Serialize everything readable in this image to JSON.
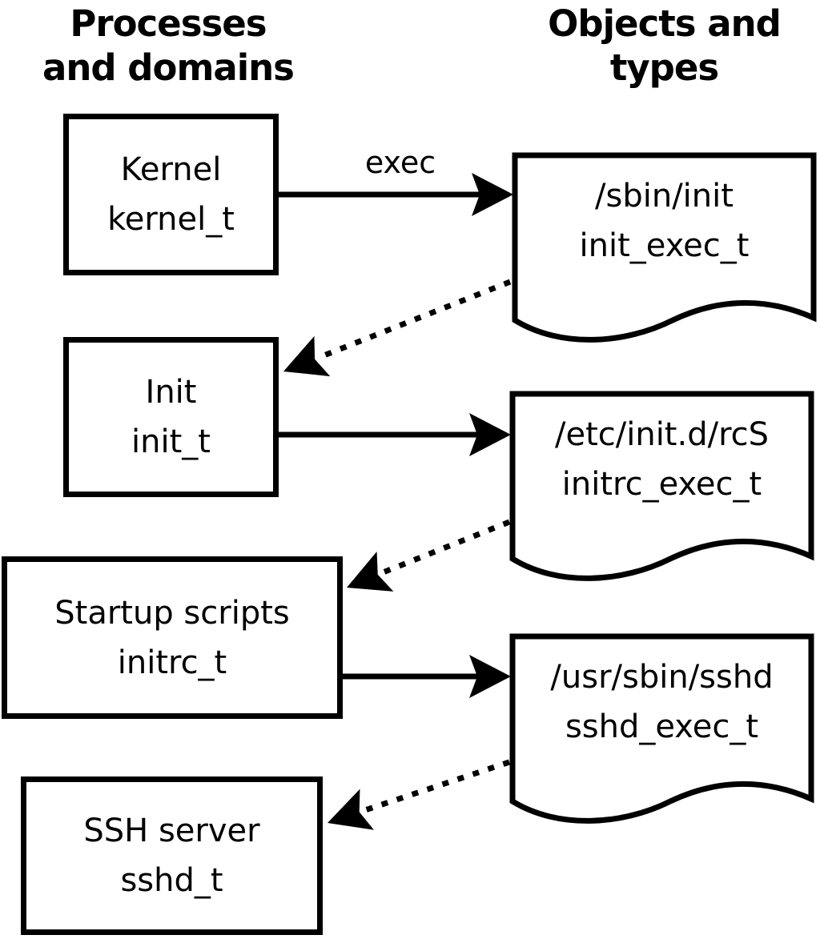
{
  "headers": {
    "left": {
      "line1": "Processes",
      "line2": "and domains"
    },
    "right": {
      "line1": "Objects and",
      "line2": "types"
    }
  },
  "process_nodes": [
    {
      "id": "kernel",
      "label": "Kernel",
      "type": "kernel_t"
    },
    {
      "id": "init",
      "label": "Init",
      "type": "init_t"
    },
    {
      "id": "startup",
      "label": "Startup scripts",
      "type": "initrc_t"
    },
    {
      "id": "sshd",
      "label": "SSH server",
      "type": "sshd_t"
    }
  ],
  "object_nodes": [
    {
      "id": "sbin_init",
      "label": "/sbin/init",
      "type": "init_exec_t"
    },
    {
      "id": "etc_initd_rcS",
      "label": "/etc/init.d/rcS",
      "type": "initrc_exec_t"
    },
    {
      "id": "usr_sbin_sshd",
      "label": "/usr/sbin/sshd",
      "type": "sshd_exec_t"
    }
  ],
  "edges": [
    {
      "from": "kernel_t",
      "to": "init_exec_t",
      "kind": "solid",
      "label": "exec"
    },
    {
      "from": "init_exec_t",
      "to": "init_t",
      "kind": "dotted",
      "label": ""
    },
    {
      "from": "init_t",
      "to": "initrc_exec_t",
      "kind": "solid",
      "label": ""
    },
    {
      "from": "initrc_exec_t",
      "to": "initrc_t",
      "kind": "dotted",
      "label": ""
    },
    {
      "from": "initrc_t",
      "to": "sshd_exec_t",
      "kind": "solid",
      "label": ""
    },
    {
      "from": "sshd_exec_t",
      "to": "sshd_t",
      "kind": "dotted",
      "label": ""
    }
  ],
  "colors": {
    "line": "#000000",
    "fill": "#ffffff"
  }
}
